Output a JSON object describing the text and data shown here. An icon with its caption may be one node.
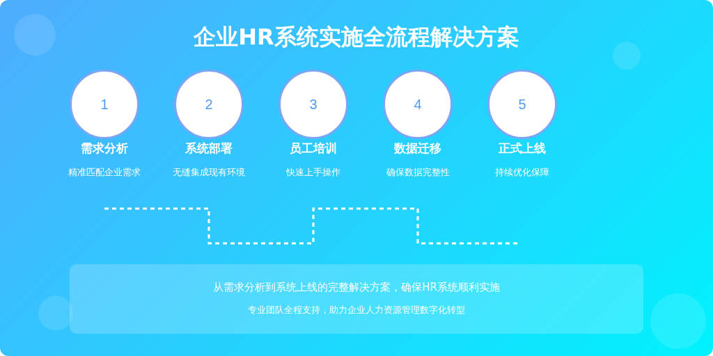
{
  "diagram": {
    "title": "企业HR系统实施全流程解决方案",
    "nodes": [
      {
        "text": [
          "1",
          "需求分析",
          "精准匹配企业需求"
        ]
      },
      {
        "text": [
          "2",
          "系统部署",
          "无缝集成现有环境"
        ]
      },
      {
        "text": [
          "3",
          "员工培训",
          "快速上手操作"
        ]
      },
      {
        "text": [
          "4",
          "数据迁移",
          "确保数据完整性"
        ]
      },
      {
        "text": [
          "5",
          "正式上线",
          "持续优化保障"
        ]
      },
      {
        "text": [
          "从需求分析到系统上线的完整解决方案，确保HR系统顺利实施",
          "专业团队全程支持，助力企业人力资源管理数字化转型"
        ]
      }
    ]
  }
}
